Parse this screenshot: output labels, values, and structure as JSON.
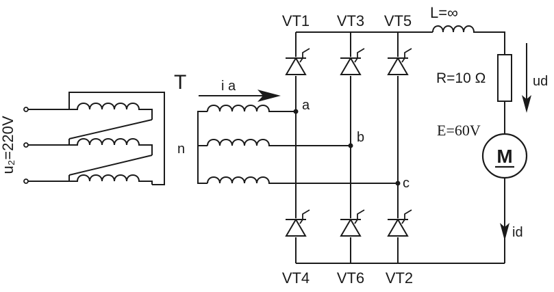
{
  "transformer": {
    "label": "T",
    "primary_voltage": "u₂=220V",
    "neutral_label": "n",
    "phase_current": "i a"
  },
  "nodes": {
    "a": "a",
    "b": "b",
    "c": "c"
  },
  "thyristors": {
    "top": [
      "VT1",
      "VT3",
      "VT5"
    ],
    "bottom": [
      "VT4",
      "VT6",
      "VT2"
    ]
  },
  "load": {
    "inductor": "L=∞",
    "resistor": "R=10 Ω",
    "emf": "E=60V",
    "motor": "M",
    "voltage": "ud",
    "current": "id"
  }
}
